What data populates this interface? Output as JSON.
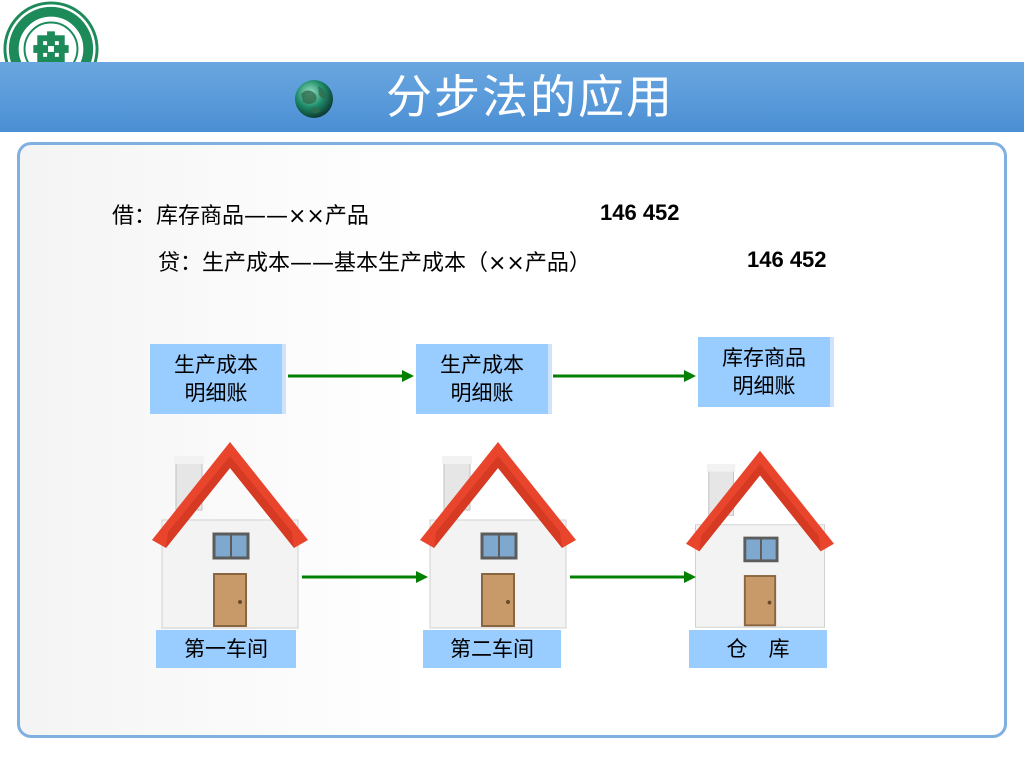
{
  "slide": {
    "title": "分步法的应用"
  },
  "journal": {
    "debit_line": "借：库存商品——××产品",
    "debit_amount": "146 452",
    "credit_line": "贷：生产成本——基本生产成本（××产品）",
    "credit_amount": "146 452"
  },
  "ledgers": [
    {
      "line1": "生产成本",
      "line2": "明细账"
    },
    {
      "line1": "生产成本",
      "line2": "明细账"
    },
    {
      "line1": "库存商品",
      "line2": "明细账"
    }
  ],
  "locations": [
    {
      "label": "第一车间"
    },
    {
      "label": "第二车间"
    },
    {
      "label": "仓　库"
    }
  ],
  "colors": {
    "title_bar": "#5b9bd5",
    "box_fill": "#99ccff",
    "arrow": "#008000",
    "roof": "#e8452c",
    "panel_border": "#7fb0e0"
  },
  "icons": {
    "logo": "school-emblem",
    "bullet": "globe-icon",
    "building": "house-icon"
  }
}
